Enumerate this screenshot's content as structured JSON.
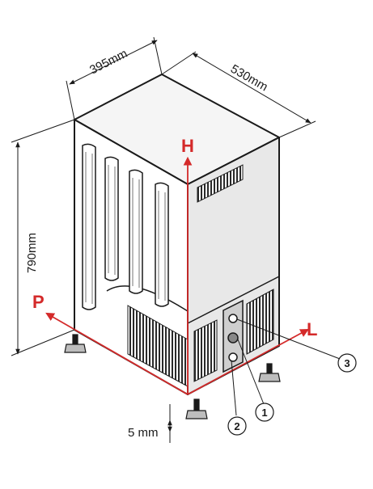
{
  "dimensions": {
    "width": "395mm",
    "depth": "530mm",
    "height": "790mm",
    "floor_gap": "5 mm"
  },
  "axes": {
    "height": "H",
    "left": "P",
    "right": "L"
  },
  "callouts": [
    "1",
    "2",
    "3"
  ],
  "colors": {
    "axis": "#d42a2a",
    "outline": "#1a1a1a",
    "body_left": "#ffffff",
    "body_top": "#f4f4f4",
    "body_right": "#e6e6e6"
  }
}
